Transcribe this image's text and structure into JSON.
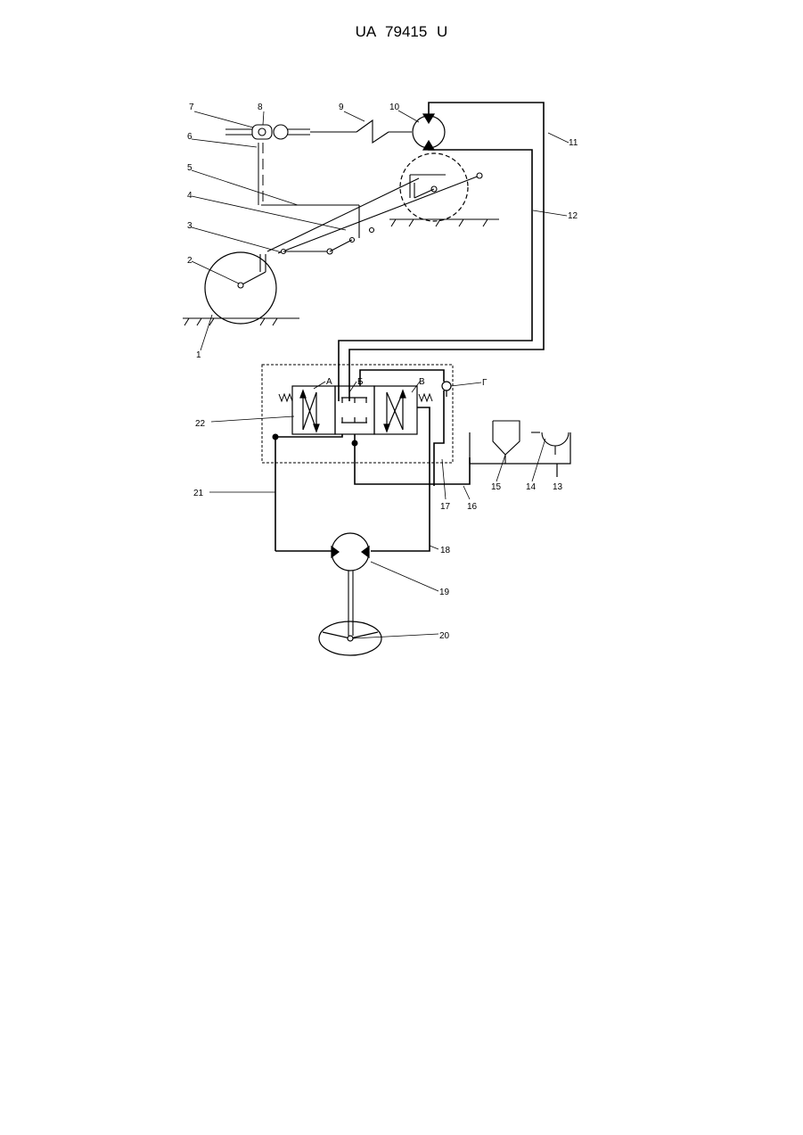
{
  "header": {
    "doc_number": "UA   79415   U"
  },
  "diagram": {
    "labels": {
      "l1": "1",
      "l2": "2",
      "l3": "3",
      "l4": "4",
      "l5": "5",
      "l6": "6",
      "l7": "7",
      "l8": "8",
      "l9": "9",
      "l10": "10",
      "l11": "11",
      "l12": "12",
      "l13": "13",
      "l14": "14",
      "l15": "15",
      "l16": "16",
      "l17": "17",
      "l18": "18",
      "l19": "19",
      "l20": "20",
      "l21": "21",
      "l22": "22"
    },
    "ports": {
      "a": "А",
      "b": "Б",
      "v": "В",
      "g": "Г"
    }
  }
}
